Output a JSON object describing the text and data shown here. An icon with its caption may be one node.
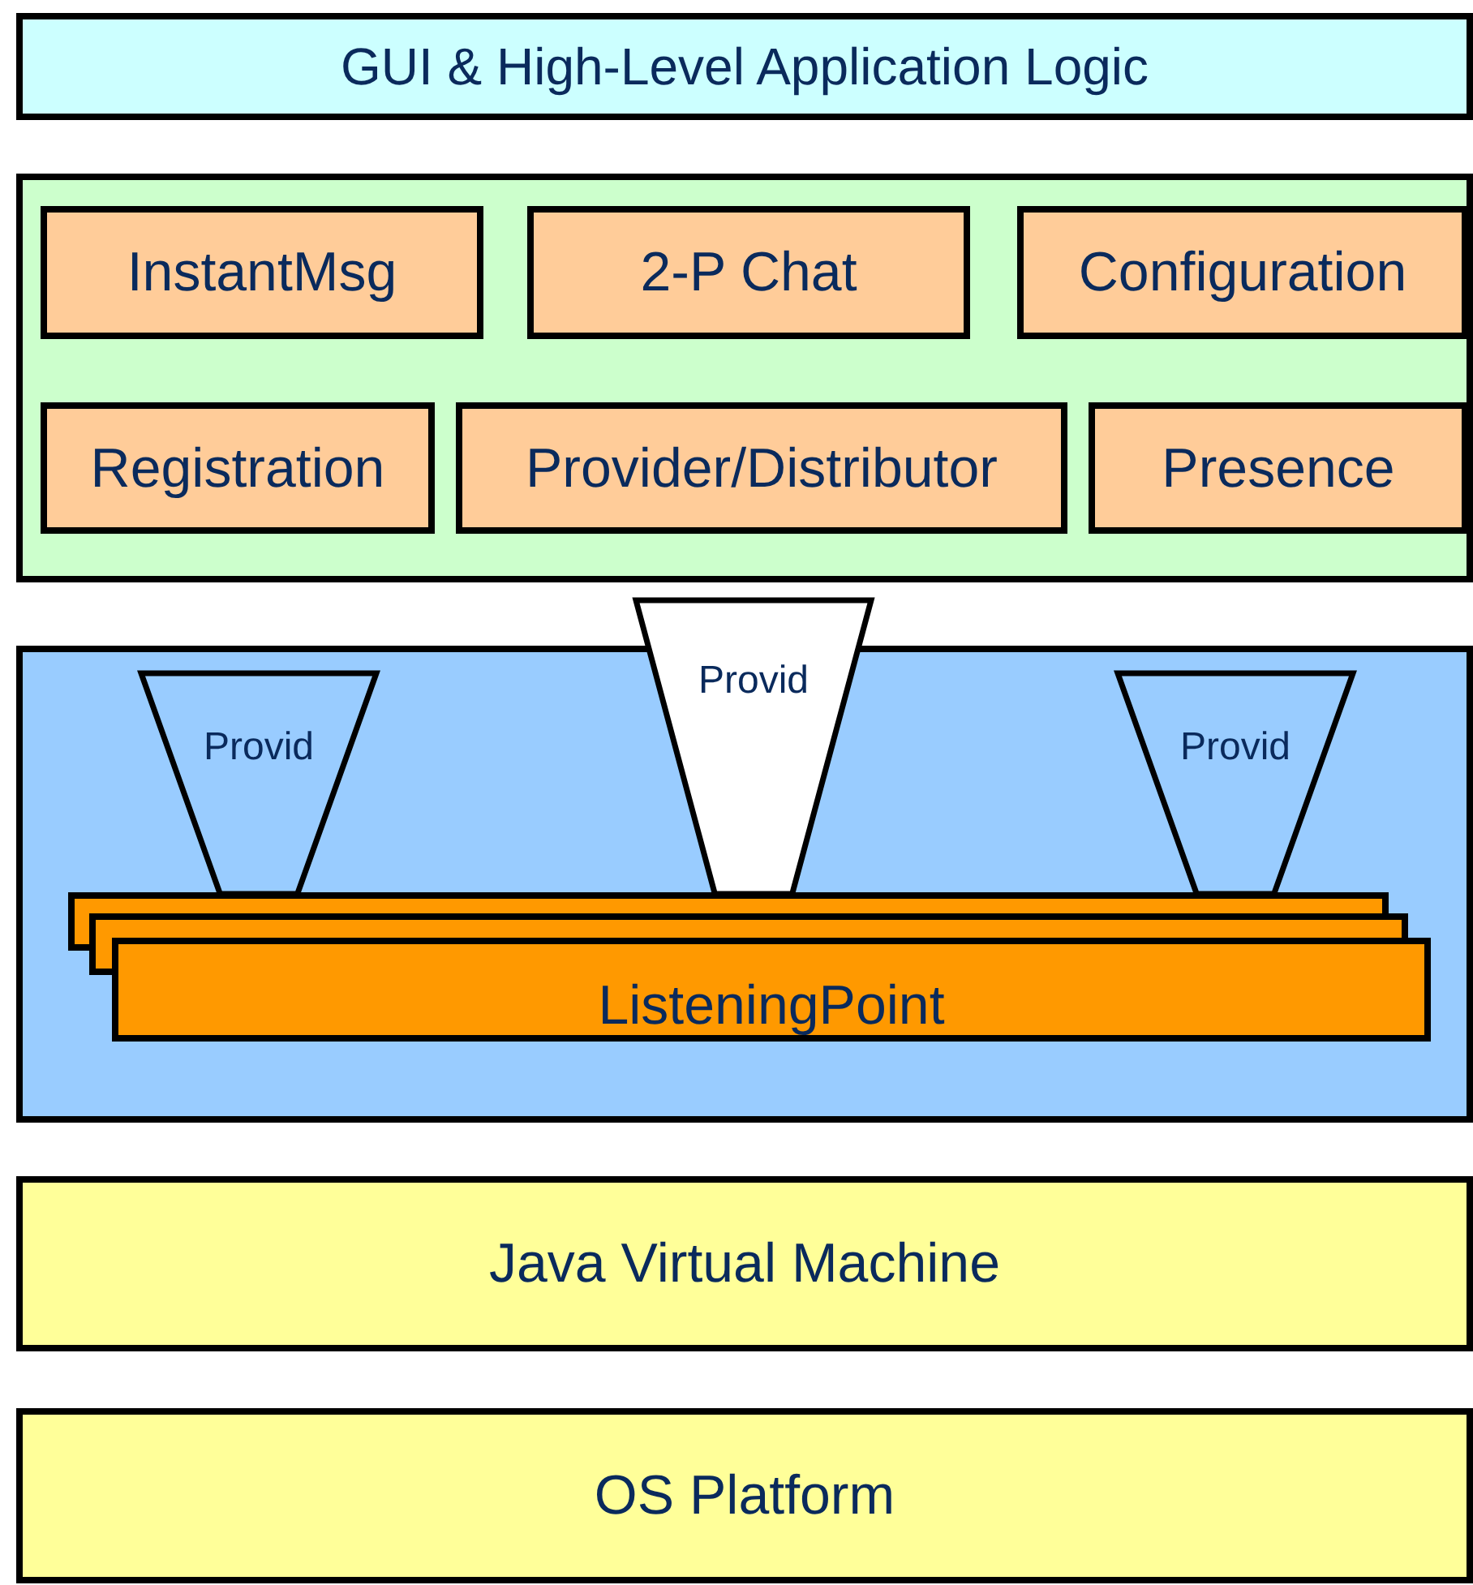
{
  "diagram": {
    "nodes": [
      {
        "text": [
          "GUI & High-Level Application Logic"
        ]
      },
      {
        "text": [],
        "shape": "box"
      },
      {
        "text": [
          "InstantMsg"
        ],
        "in": 1
      },
      {
        "text": [
          "2-P Chat"
        ],
        "in": 1
      },
      {
        "text": [
          "Configuration"
        ],
        "in": 1
      },
      {
        "text": [
          "Registration"
        ],
        "in": 1
      },
      {
        "text": [
          "Provider/Distributor"
        ],
        "in": 1
      },
      {
        "text": [
          "Presence"
        ],
        "in": 1
      },
      {
        "text": [],
        "shape": "box"
      },
      {
        "text": [
          "Provid"
        ],
        "in": 8
      },
      {
        "text": [
          "Provid"
        ]
      },
      {
        "text": [
          "Provid"
        ],
        "in": 8
      },
      {
        "text": [],
        "shape": "box",
        "in": 8
      },
      {
        "text": [],
        "shape": "box",
        "in": 8
      },
      {
        "text": [
          "ListeningPoint"
        ],
        "in": 8
      },
      {
        "text": [
          "Java Virtual Machine"
        ]
      },
      {
        "text": [
          "OS Platform"
        ]
      }
    ]
  }
}
